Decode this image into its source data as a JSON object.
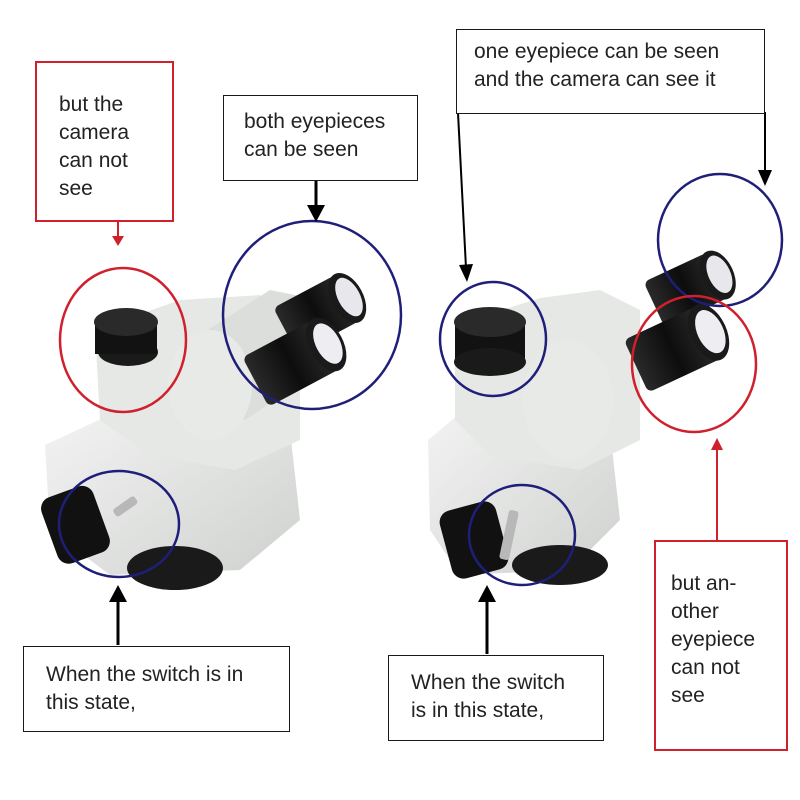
{
  "annotations": {
    "left_camera_note": "but the\ncamera\ncan not\nsee",
    "left_eyepieces_note": "both eyepieces\ncan be seen",
    "left_switch_note": "When the switch is in\nthis state,",
    "right_eyepiece_note": "one eyepiece can be seen\nand the camera can see it",
    "right_other_note": "but an-\nother\neyepiece\ncan not\nsee",
    "right_switch_note": "When the switch\nis in this state,"
  },
  "colors": {
    "blue_circle": "#1f1f7a",
    "red_circle": "#d0202c",
    "arrow": "#000000",
    "body_white": "#e9ebe9",
    "body_shadow": "#c9cbc9",
    "eyepiece_black": "#141414"
  }
}
